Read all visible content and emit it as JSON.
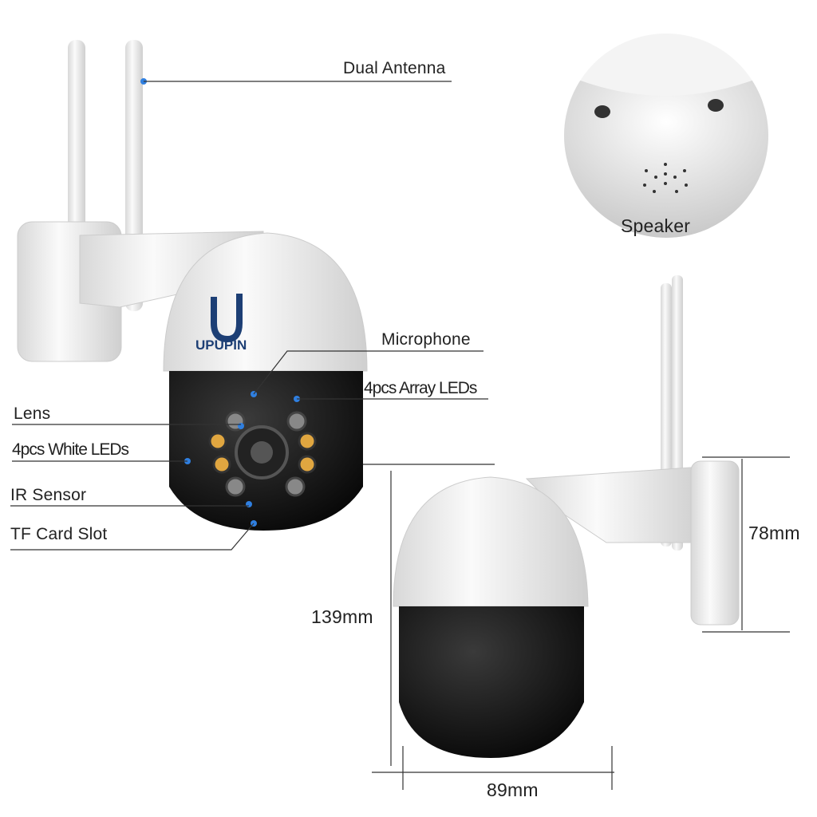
{
  "brand": {
    "logo_text": "UPUPIN"
  },
  "callouts": {
    "dual_antenna": "Dual Antenna",
    "speaker": "Speaker",
    "microphone": "Microphone",
    "array_leds": "4pcs Array LEDs",
    "lens": "Lens",
    "white_leds": "4pcs White LEDs",
    "ir_sensor": "IR Sensor",
    "tf_card_slot": "TF Card Slot"
  },
  "dimensions": {
    "height": "139mm",
    "width": "89mm",
    "mount_height": "78mm"
  },
  "colors": {
    "callout_dot": "#2f7fe0",
    "camera_body": "#f2f2f2",
    "camera_head": "#111111",
    "white_led": "#e0a640"
  }
}
